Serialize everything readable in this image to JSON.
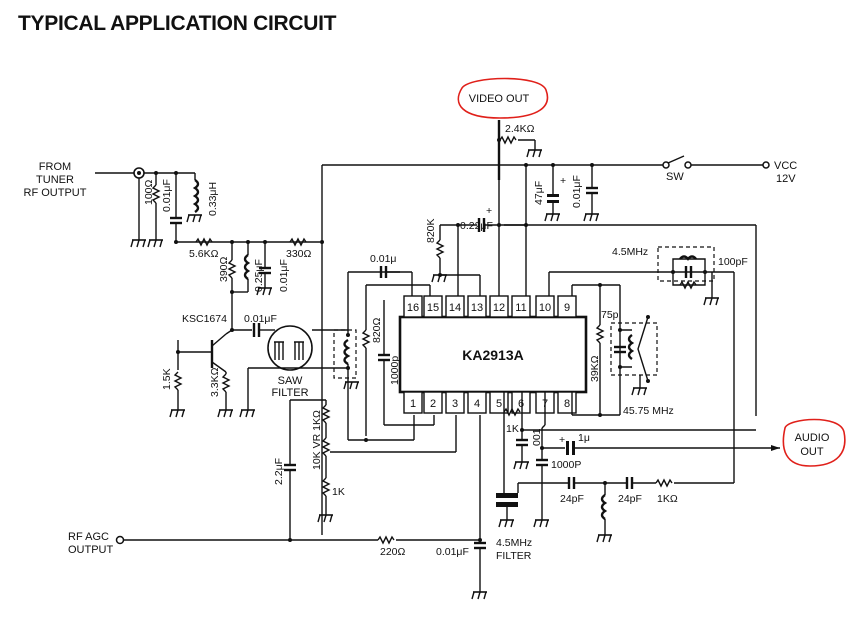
{
  "title": "TYPICAL APPLICATION CIRCUIT",
  "ic": {
    "part": "KA2913A",
    "pins_top": [
      "16",
      "15",
      "14",
      "13",
      "12",
      "11",
      "10",
      "9"
    ],
    "pins_bottom": [
      "1",
      "2",
      "3",
      "4",
      "5",
      "6",
      "7",
      "8"
    ]
  },
  "transistor": "KSC1674",
  "io": {
    "input": [
      "FROM",
      "TUNER",
      "RF OUTPUT"
    ],
    "video_out": "VIDEO OUT",
    "audio_out": [
      "AUDIO",
      "OUT"
    ],
    "rf_agc": [
      "RF AGC",
      "OUTPUT"
    ],
    "vcc": [
      "VCC",
      "12V"
    ],
    "switch": "SW"
  },
  "components": {
    "r_100": "100Ω",
    "c_001a": "0.01μF",
    "l_033": "0.33μH",
    "r_5k6": "5.6KΩ",
    "r_390": "390Ω",
    "l_025": "0.25μF",
    "c_001b": "0.01μF",
    "r_330": "330Ω",
    "c_001c": "0.01μF",
    "r_1k5": "1.5K",
    "r_3k3": "3.3KΩ",
    "saw": [
      "SAW",
      "FILTER"
    ],
    "c_001d": "0.01μ",
    "r_820": "820Ω",
    "c_1000p": "1000p",
    "r_820k": "820K",
    "c_022": "0.22μF",
    "r_24k": "2.4KΩ",
    "c_47": "47μF",
    "c_001e": "0.01μF",
    "f_45": "4.5MHz",
    "c_100p": "100pF",
    "c_75p": "75p",
    "r_39k": "39KΩ",
    "f_4575": "45.75 MHz",
    "vr": "10K VR 1KΩ",
    "c_22": "2.2μF",
    "r_1k": "1K",
    "r_1k_b": "1K",
    "c_001f": "001",
    "c_1u": "1μ",
    "c_1000P": "1000P",
    "c_24a": "24pF",
    "c_24b": "24pF",
    "r_1kohm": "1KΩ",
    "r_220": "220Ω",
    "c_001g": "0.01μF",
    "filter45": [
      "4.5MHz",
      "FILTER"
    ],
    "plus": "+"
  },
  "annotation_color": "#e0201a"
}
